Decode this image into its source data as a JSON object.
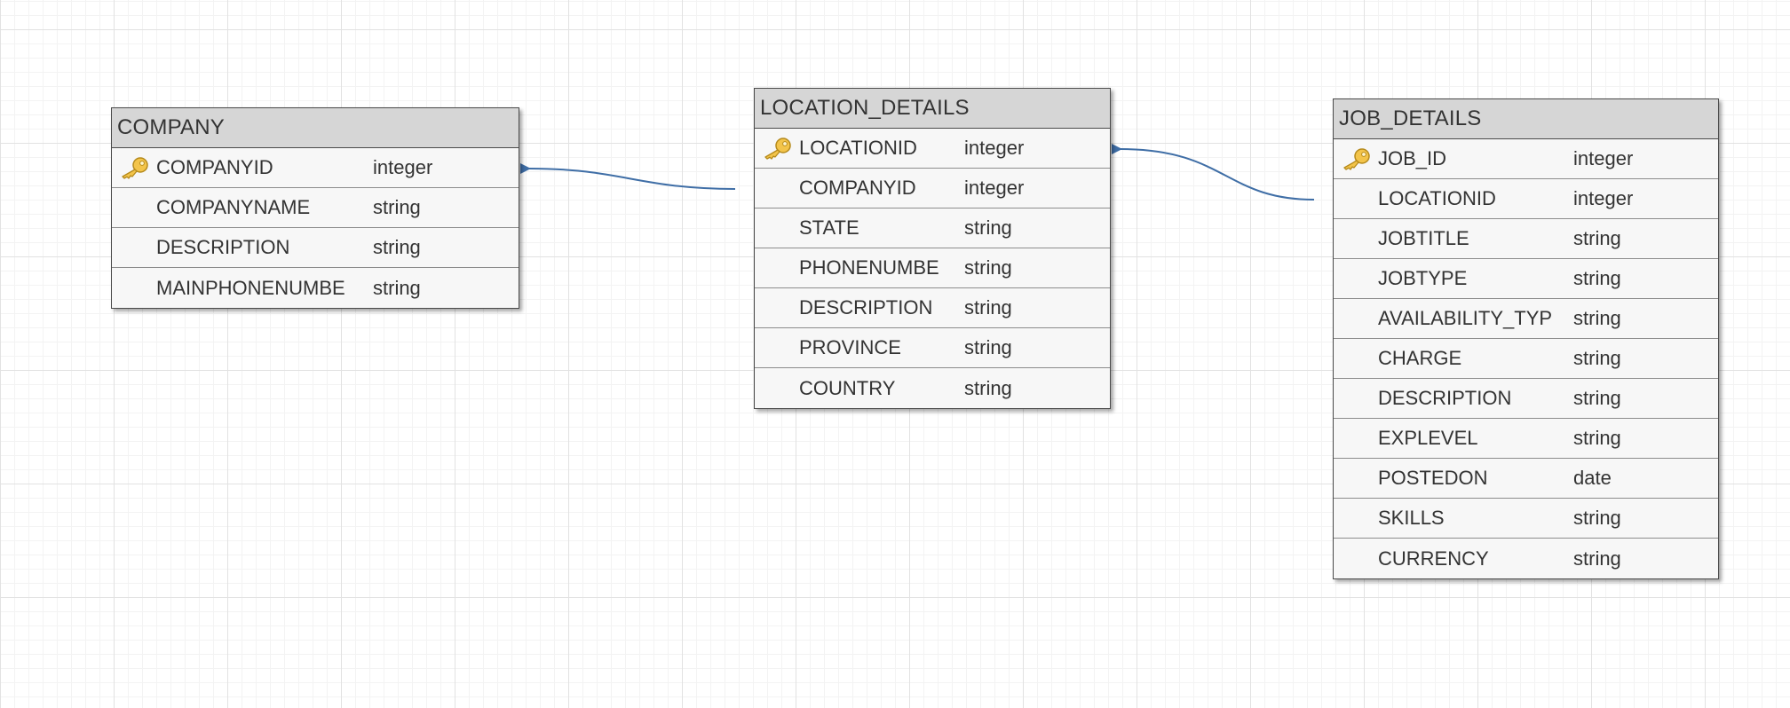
{
  "canvas": {
    "grid_color": "#e2e2e2",
    "connector_color": "#3f6ea6",
    "header_color": "#d6d6d6",
    "body_color": "#f7f7f7"
  },
  "entities": {
    "company": {
      "title": "COMPANY",
      "fields": [
        {
          "name": "COMPANYID",
          "type": "integer",
          "key": true
        },
        {
          "name": "COMPANYNAME",
          "type": "string",
          "key": false
        },
        {
          "name": "DESCRIPTION",
          "type": "string",
          "key": false
        },
        {
          "name": "MAINPHONENUMBE",
          "type": "string",
          "key": false
        }
      ]
    },
    "location_details": {
      "title": "LOCATION_DETAILS",
      "fields": [
        {
          "name": "LOCATIONID",
          "type": "integer",
          "key": true
        },
        {
          "name": "COMPANYID",
          "type": "integer",
          "key": false
        },
        {
          "name": "STATE",
          "type": "string",
          "key": false
        },
        {
          "name": "PHONENUMBE",
          "type": "string",
          "key": false
        },
        {
          "name": "DESCRIPTION",
          "type": "string",
          "key": false
        },
        {
          "name": "PROVINCE",
          "type": "string",
          "key": false
        },
        {
          "name": "COUNTRY",
          "type": "string",
          "key": false
        }
      ]
    },
    "job_details": {
      "title": "JOB_DETAILS",
      "fields": [
        {
          "name": "JOB_ID",
          "type": "integer",
          "key": true
        },
        {
          "name": "LOCATIONID",
          "type": "integer",
          "key": false
        },
        {
          "name": "JOBTITLE",
          "type": "string",
          "key": false
        },
        {
          "name": "JOBTYPE",
          "type": "string",
          "key": false
        },
        {
          "name": "AVAILABILITY_TYP",
          "type": "string",
          "key": false
        },
        {
          "name": "CHARGE",
          "type": "string",
          "key": false
        },
        {
          "name": "DESCRIPTION",
          "type": "string",
          "key": false
        },
        {
          "name": "EXPLEVEL",
          "type": "string",
          "key": false
        },
        {
          "name": "POSTEDON",
          "type": "date",
          "key": false
        },
        {
          "name": "SKILLS",
          "type": "string",
          "key": false
        },
        {
          "name": "CURRENCY",
          "type": "string",
          "key": false
        }
      ]
    }
  },
  "relationships": [
    {
      "from": "location_details",
      "to": "company"
    },
    {
      "from": "job_details",
      "to": "location_details"
    }
  ]
}
